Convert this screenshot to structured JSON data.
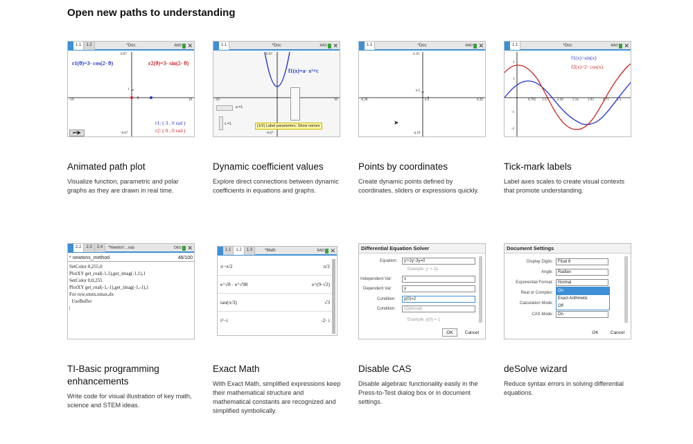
{
  "page": {
    "title": "Open new paths to understanding"
  },
  "cards": [
    {
      "title": "Animated path plot",
      "desc": "Visualize function, parametric and polar graphs as they are drawn in real time.",
      "thumb": {
        "tabs": [
          "1.1",
          "1.2"
        ],
        "doc": "*Doc",
        "mode": "RAD",
        "eq1": "r1(θ)=3· cos(2· θ)",
        "eq2": "r2(θ)=3· sin(2· θ)",
        "ymax": "6.67",
        "ymin": "-6.67",
        "xmin": "-10",
        "xmax": "10",
        "one": "1",
        "val1": "r1: ( 3 , 0 rad )",
        "val2": "r2: ( 0 , 0 rad )"
      }
    },
    {
      "title": "Dynamic coefficient values",
      "desc": "Explore direct connections between dynamic coefficients in equations and graphs.",
      "thumb": {
        "tabs": [
          "1.1"
        ],
        "doc": "*Doc",
        "mode": "RAD",
        "eq": "f1(x)=a· x²+c",
        "ymax": "6.67",
        "ymin": "-6.67",
        "xmin": "-10",
        "xmax": "10",
        "slider_a": "a =1.",
        "slider_c": "c =1.",
        "tooltip": "(1/2) Label parameters: Show names"
      }
    },
    {
      "title": "Points by coordinates",
      "desc": "Create dynamic points defined by coordinates, sliders or expressions quickly.",
      "thumb": {
        "tabs": [
          "1.1"
        ],
        "doc": "*Doc",
        "mode": "RAD",
        "ymax": "4.19",
        "ymin": "-4.19",
        "xmin": "-6.28",
        "xmax": "6.28",
        "xmid": "0.5",
        "ymid": "0.5"
      }
    },
    {
      "title": "Tick-mark labels",
      "desc": "Label axes scales to create visual contexts that promote understanding.",
      "thumb": {
        "tabs": [
          "1.1"
        ],
        "doc": "*Doc",
        "mode": "RAD",
        "eq1": "f1(x)=sin(x)",
        "eq2": "f2(x)=2· cos(x)",
        "ticks": [
          "0.785",
          "1.57",
          "2.36",
          "3.14",
          "3.93",
          "4.71",
          "5.5"
        ],
        "yticks": [
          "2",
          "1",
          "-1",
          "-2"
        ]
      }
    },
    {
      "title": "TI-Basic programming enhancements",
      "desc": "Write code for visual illustration of key math, science and STEM ideas.",
      "thumb": {
        "tabs": [
          "2.2",
          "2.3",
          "2.4"
        ],
        "doc": "*Newton'...vas",
        "mode": "DEG",
        "prog": "* newtons_method",
        "count": "46/100",
        "lines": [
          "SetColor 0,255,0",
          "PlotXY get_real(-1,1),get_imag(-1,1),1",
          "SetColor 0,0,255",
          "PlotXY get_real(-1,-1),get_imag(-1,-1),1",
          "For row,xmin,xmax,dx",
          "  UseBuffer",
          "|"
        ]
      }
    },
    {
      "title": "Exact Math",
      "desc": "With Exact Math, simplified expressions keep their mathematical structure and mathematical constants are recognized and simplified symbolically.",
      "thumb": {
        "tabs": [
          "1.1",
          "1.2",
          "1.3"
        ],
        "doc": "*Math",
        "mode": "RAD",
        "rows": [
          {
            "lhs": "π−π/2",
            "rhs": "π/2"
          },
          {
            "lhs": "e^√8 · e^√98",
            "rhs": "e^(9·√2)"
          },
          {
            "lhs": "tan(π/3)",
            "rhs": "√3"
          },
          {
            "lhs": "i³−i",
            "rhs": "-2· i"
          }
        ]
      }
    },
    {
      "title": "Disable CAS",
      "desc": "Disable algebraic functionality easily in the Press-to-Test dialog box or in document settings.",
      "thumb": {
        "dialog_title": "Differential Equation Solver",
        "equation_label": "Equation:",
        "equation_value": "y'+2y'-3y=0",
        "example1": "Example: y' = 2y",
        "indep_label": "Independent Var:",
        "indep_value": "x",
        "dep_label": "Dependent Var:",
        "dep_value": "y",
        "cond1_label": "Condition:",
        "cond1_value": "y(0)=2",
        "cond2_label": "Condition:",
        "cond2_value": "(Optional)",
        "example2": "Example: y(0) = 1",
        "ok": "OK",
        "cancel": "Cancel"
      }
    },
    {
      "title": "deSolve wizard",
      "desc": "Reduce syntax errors in solving differential equations.",
      "thumb": {
        "dialog_title": "Document Settings",
        "rows": [
          {
            "label": "Display Digits:",
            "value": "Float 6"
          },
          {
            "label": "Angle:",
            "value": "Radian"
          },
          {
            "label": "Exponential Format:",
            "value": "Normal"
          },
          {
            "label": "Real or Complex:",
            "value": ""
          },
          {
            "label": "Calculation Mode:",
            "value": ""
          },
          {
            "label": "CAS Mode:",
            "value": "On"
          }
        ],
        "options": [
          "On",
          "Exact Arithmetic",
          "Off"
        ],
        "ok": "OK",
        "cancel": "Cancel"
      }
    }
  ]
}
